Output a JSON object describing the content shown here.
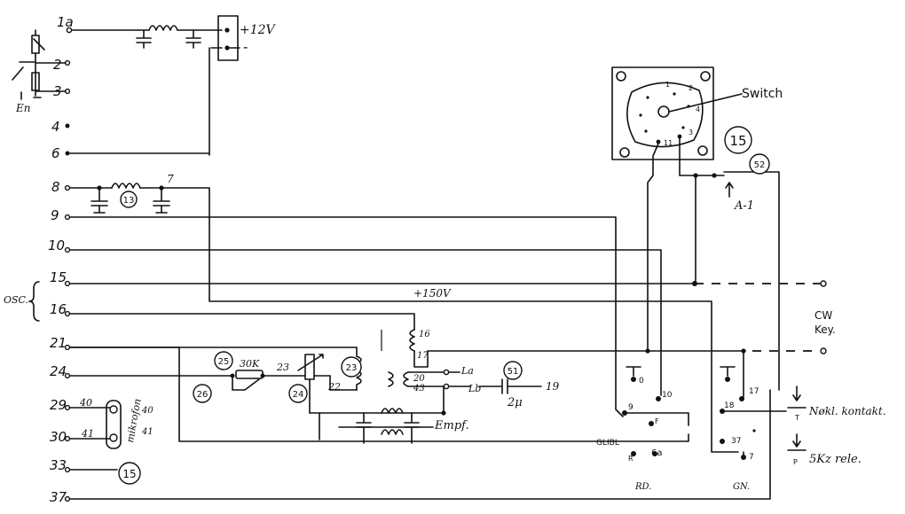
{
  "terminals": [
    {
      "id": "t1a",
      "label": "1a"
    },
    {
      "id": "t2",
      "label": "2"
    },
    {
      "id": "t3",
      "label": "3"
    },
    {
      "id": "t4",
      "label": "4"
    },
    {
      "id": "t6",
      "label": "6"
    },
    {
      "id": "t8",
      "label": "8"
    },
    {
      "id": "t9",
      "label": "9"
    },
    {
      "id": "t10",
      "label": "10"
    },
    {
      "id": "t15",
      "label": "15"
    },
    {
      "id": "t16",
      "label": "16"
    },
    {
      "id": "t21",
      "label": "21"
    },
    {
      "id": "t24",
      "label": "24"
    },
    {
      "id": "t29",
      "label": "29"
    },
    {
      "id": "t30",
      "label": "30"
    },
    {
      "id": "t33",
      "label": "33"
    },
    {
      "id": "t37",
      "label": "37"
    }
  ],
  "labels": {
    "supply_plus": "+12V",
    "supply_minus": "-",
    "en": "En",
    "osc": "OSC.",
    "hv": "+150V",
    "switch": "Switch",
    "antenna": "A-1",
    "cw_key": "CW\nKey.",
    "r30k": "30K",
    "la": "La",
    "lb": "Lb",
    "cap_2u": "2μ",
    "empf": "Empf.",
    "mikrofon": "mikrofon",
    "node_23": "23",
    "node_22": "22",
    "node_16": "16",
    "node_17": "17",
    "node_20": "20",
    "node_43": "43",
    "node_19": "19",
    "node_7": "7",
    "wire_40": "40",
    "wire_41": "41",
    "mic_40": "40",
    "mic_41": "41",
    "sw_1": "1",
    "sw_2": "2",
    "sw_3": "3",
    "sw_4": "4",
    "sw_11": "11",
    "glibl": "GLIBL",
    "r_label": "R",
    "rd": "RD.",
    "gn": "GN.",
    "nokl": "Nøkl. kontakt.",
    "nokl_sym": "T",
    "relay": "5Kz rele.",
    "relay_sym": "P",
    "contact_0": "0",
    "contact_9": "9",
    "contact_10": "10",
    "contact_f": "F",
    "contact_6a": "6a",
    "contact_18": "18",
    "contact_17": "17",
    "contact_37": "37",
    "contact_7": "7"
  },
  "circled": [
    {
      "id": "c13",
      "text": "13"
    },
    {
      "id": "c25",
      "text": "25"
    },
    {
      "id": "c26",
      "text": "26"
    },
    {
      "id": "c24",
      "text": "24"
    },
    {
      "id": "c23",
      "text": "23"
    },
    {
      "id": "c51",
      "text": "51"
    },
    {
      "id": "c15a",
      "text": "15"
    },
    {
      "id": "c15b",
      "text": "15"
    },
    {
      "id": "c52",
      "text": "52"
    }
  ]
}
